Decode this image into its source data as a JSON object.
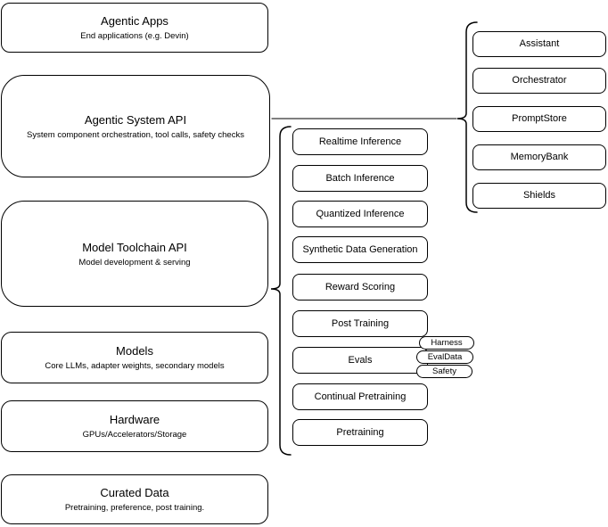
{
  "layers": [
    {
      "title": "Agentic Apps",
      "subtitle": "End applications (e.g. Devin)"
    },
    {
      "title": "Agentic System API",
      "subtitle": "System component orchestration, tool calls, safety checks"
    },
    {
      "title": "Model Toolchain API",
      "subtitle": "Model development & serving"
    },
    {
      "title": "Models",
      "subtitle": "Core LLMs, adapter weights, secondary models"
    },
    {
      "title": "Hardware",
      "subtitle": "GPUs/Accelerators/Storage"
    },
    {
      "title": "Curated Data",
      "subtitle": "Pretraining, preference, post training."
    }
  ],
  "toolchain_services": [
    {
      "label": "Realtime Inference"
    },
    {
      "label": "Batch Inference"
    },
    {
      "label": "Quantized Inference"
    },
    {
      "label": "Synthetic Data Generation"
    },
    {
      "label": "Reward Scoring"
    },
    {
      "label": "Post Training"
    },
    {
      "label": "Evals"
    },
    {
      "label": "Continual Pretraining"
    },
    {
      "label": "Pretraining"
    }
  ],
  "evals_tags": [
    {
      "label": "Harness"
    },
    {
      "label": "EvalData"
    },
    {
      "label": "Safety"
    }
  ],
  "system_components": [
    {
      "label": "Assistant"
    },
    {
      "label": "Orchestrator"
    },
    {
      "label": "PromptStore"
    },
    {
      "label": "MemoryBank"
    },
    {
      "label": "Shields"
    }
  ],
  "colors": {
    "stroke": "#000000",
    "background": "#ffffff",
    "connector": "#333333"
  }
}
